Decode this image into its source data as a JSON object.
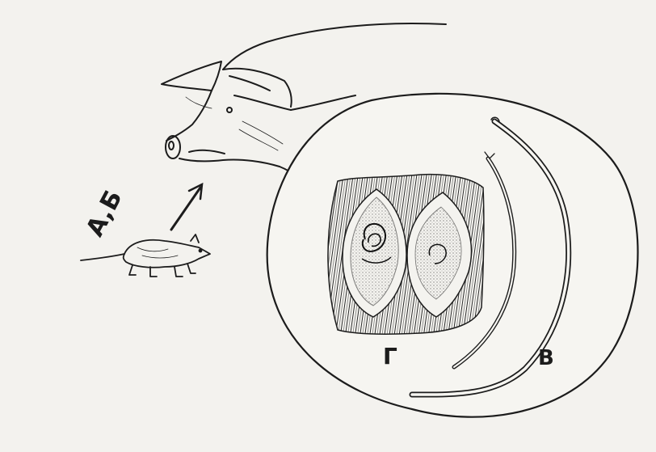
{
  "labels": {
    "hosts": "А,Б",
    "muscle_tissue": "Г",
    "worms": "В"
  },
  "colors": {
    "ink": "#1c1c1c",
    "paper": "#f3f2ee"
  },
  "icons": [
    "pig-drawing",
    "rat-drawing",
    "arrow-up-right-icon",
    "magnified-circle",
    "muscle-cysts",
    "roundworm-drawing"
  ]
}
